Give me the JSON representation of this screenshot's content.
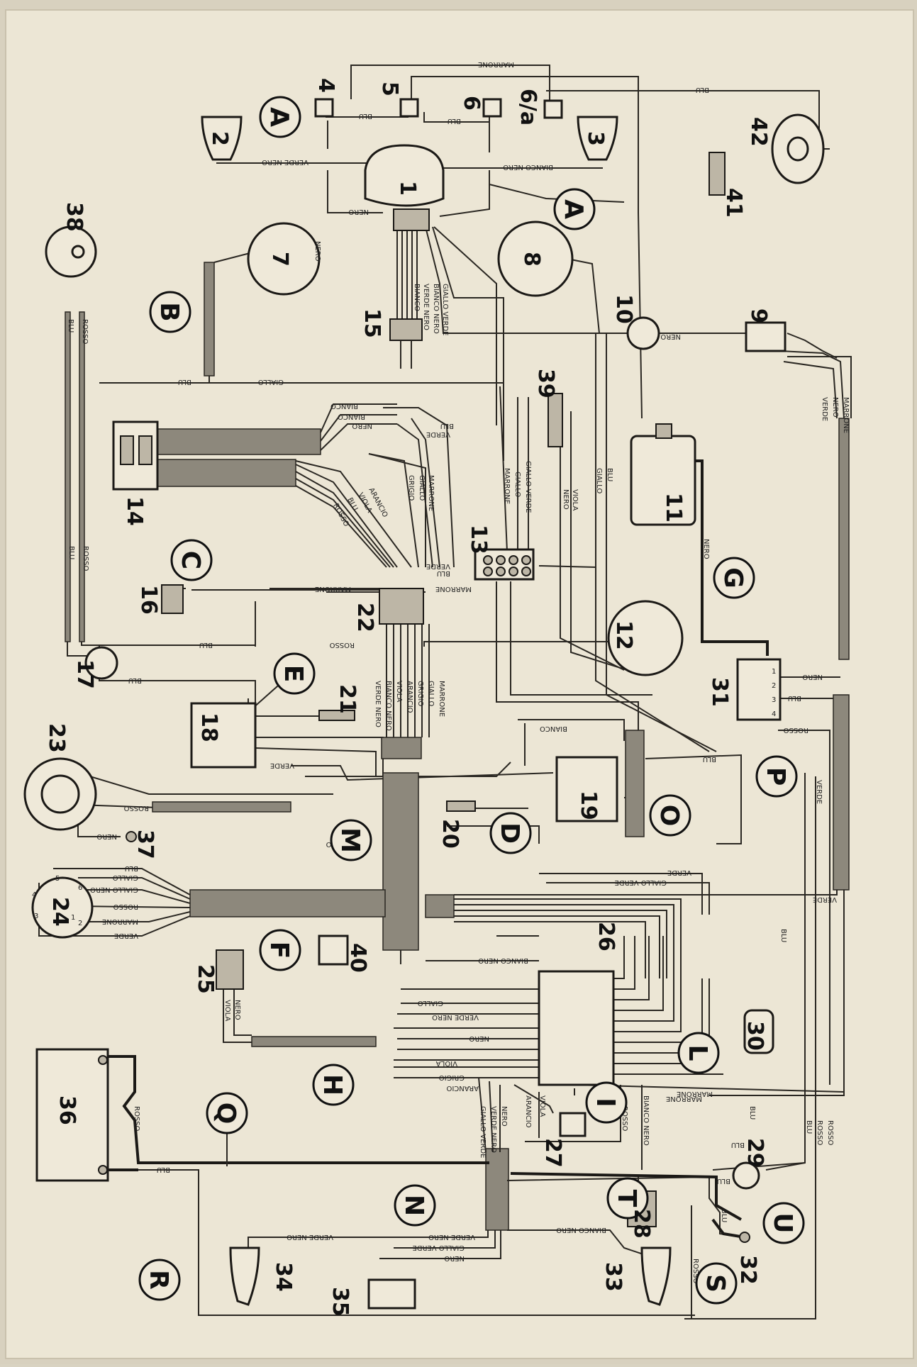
{
  "components": [
    {
      "id": "c1",
      "label": "1"
    },
    {
      "id": "c2",
      "label": "2"
    },
    {
      "id": "c3",
      "label": "3"
    },
    {
      "id": "c4",
      "label": "4"
    },
    {
      "id": "c5",
      "label": "5"
    },
    {
      "id": "c6",
      "label": "6"
    },
    {
      "id": "c6a",
      "label": "6/a"
    },
    {
      "id": "c7",
      "label": "7"
    },
    {
      "id": "c8",
      "label": "8"
    },
    {
      "id": "c9",
      "label": "9"
    },
    {
      "id": "c10",
      "label": "10"
    },
    {
      "id": "c11",
      "label": "11"
    },
    {
      "id": "c12",
      "label": "12"
    },
    {
      "id": "c13",
      "label": "13"
    },
    {
      "id": "c14",
      "label": "14"
    },
    {
      "id": "c15",
      "label": "15"
    },
    {
      "id": "c16",
      "label": "16"
    },
    {
      "id": "c17",
      "label": "17"
    },
    {
      "id": "c18",
      "label": "18"
    },
    {
      "id": "c19",
      "label": "19"
    },
    {
      "id": "c20",
      "label": "20"
    },
    {
      "id": "c21",
      "label": "21"
    },
    {
      "id": "c22",
      "label": "22"
    },
    {
      "id": "c23",
      "label": "23"
    },
    {
      "id": "c24",
      "label": "24"
    },
    {
      "id": "c25",
      "label": "25"
    },
    {
      "id": "c26",
      "label": "26"
    },
    {
      "id": "c27",
      "label": "27"
    },
    {
      "id": "c28",
      "label": "28"
    },
    {
      "id": "c29",
      "label": "29"
    },
    {
      "id": "c30",
      "label": "30"
    },
    {
      "id": "c31",
      "label": "31"
    },
    {
      "id": "c32",
      "label": "32"
    },
    {
      "id": "c33",
      "label": "33"
    },
    {
      "id": "c34",
      "label": "34"
    },
    {
      "id": "c35",
      "label": "35"
    },
    {
      "id": "c36",
      "label": "36"
    },
    {
      "id": "c37",
      "label": "37"
    },
    {
      "id": "c38",
      "label": "38"
    },
    {
      "id": "c39",
      "label": "39"
    },
    {
      "id": "c40",
      "label": "40"
    },
    {
      "id": "c41",
      "label": "41"
    },
    {
      "id": "c42",
      "label": "42"
    }
  ],
  "letters": [
    {
      "id": "lA1",
      "label": "A"
    },
    {
      "id": "lA2",
      "label": "A"
    },
    {
      "id": "lB",
      "label": "B"
    },
    {
      "id": "lC",
      "label": "C"
    },
    {
      "id": "lD",
      "label": "D"
    },
    {
      "id": "lE",
      "label": "E"
    },
    {
      "id": "lF",
      "label": "F"
    },
    {
      "id": "lG",
      "label": "G"
    },
    {
      "id": "lH",
      "label": "H"
    },
    {
      "id": "lI",
      "label": "I"
    },
    {
      "id": "lL",
      "label": "L"
    },
    {
      "id": "lM",
      "label": "M"
    },
    {
      "id": "lN",
      "label": "N"
    },
    {
      "id": "lO",
      "label": "O"
    },
    {
      "id": "lP",
      "label": "P"
    },
    {
      "id": "lQ",
      "label": "Q"
    },
    {
      "id": "lR",
      "label": "R"
    },
    {
      "id": "lS",
      "label": "S"
    },
    {
      "id": "lT",
      "label": "T"
    },
    {
      "id": "lU",
      "label": "U"
    }
  ],
  "wire_labels": {
    "blu": "BLU",
    "rosso": "ROSSO",
    "nero": "NERO",
    "verde": "VERDE",
    "giallo": "GIALLO",
    "marrone": "MARRONE",
    "bianco": "BIANCO",
    "viola": "VIOLA",
    "grigio": "GRIGIO",
    "arancio": "ARANCIO",
    "verde_nero": "VERDE NERO",
    "bianco_nero": "BIANCO NERO",
    "giallo_verde": "GIALLO VERDE",
    "giallo_nero": "GIALLO NERO"
  },
  "connector_24_pins": [
    "1",
    "2",
    "3",
    "4",
    "5",
    "6"
  ],
  "connector_31_pins": [
    "1",
    "2",
    "3",
    "4"
  ]
}
